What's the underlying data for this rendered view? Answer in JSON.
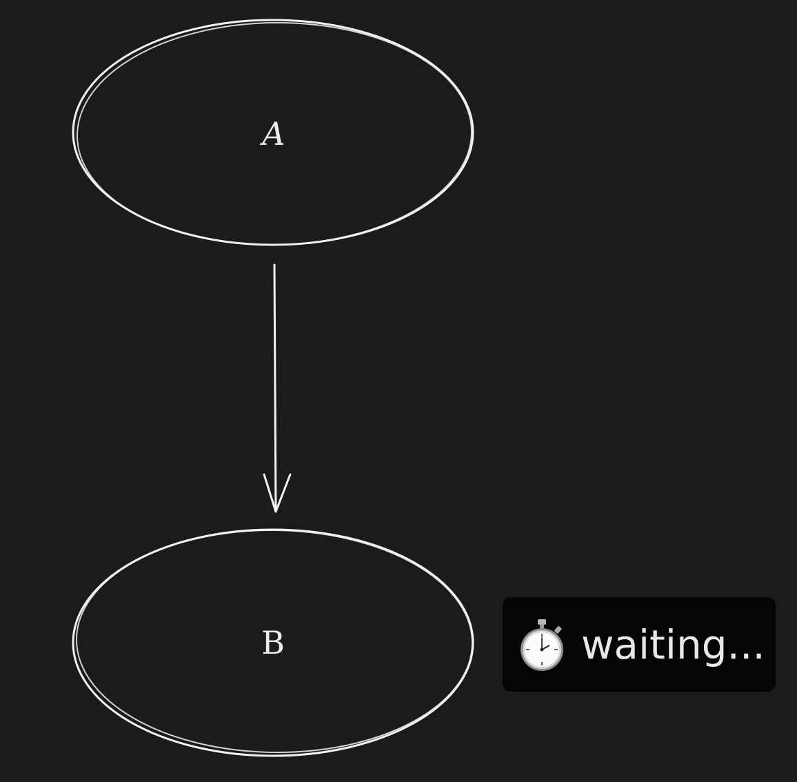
{
  "diagram": {
    "nodes": [
      {
        "id": "A",
        "label": "A"
      },
      {
        "id": "B",
        "label": "B"
      }
    ],
    "edges": [
      {
        "from": "A",
        "to": "B"
      }
    ]
  },
  "status": {
    "icon": "stopwatch-icon",
    "text": "waiting..."
  },
  "colors": {
    "background": "#1b1b1b",
    "stroke": "#f2f2f2",
    "badge_background": "#050505"
  }
}
